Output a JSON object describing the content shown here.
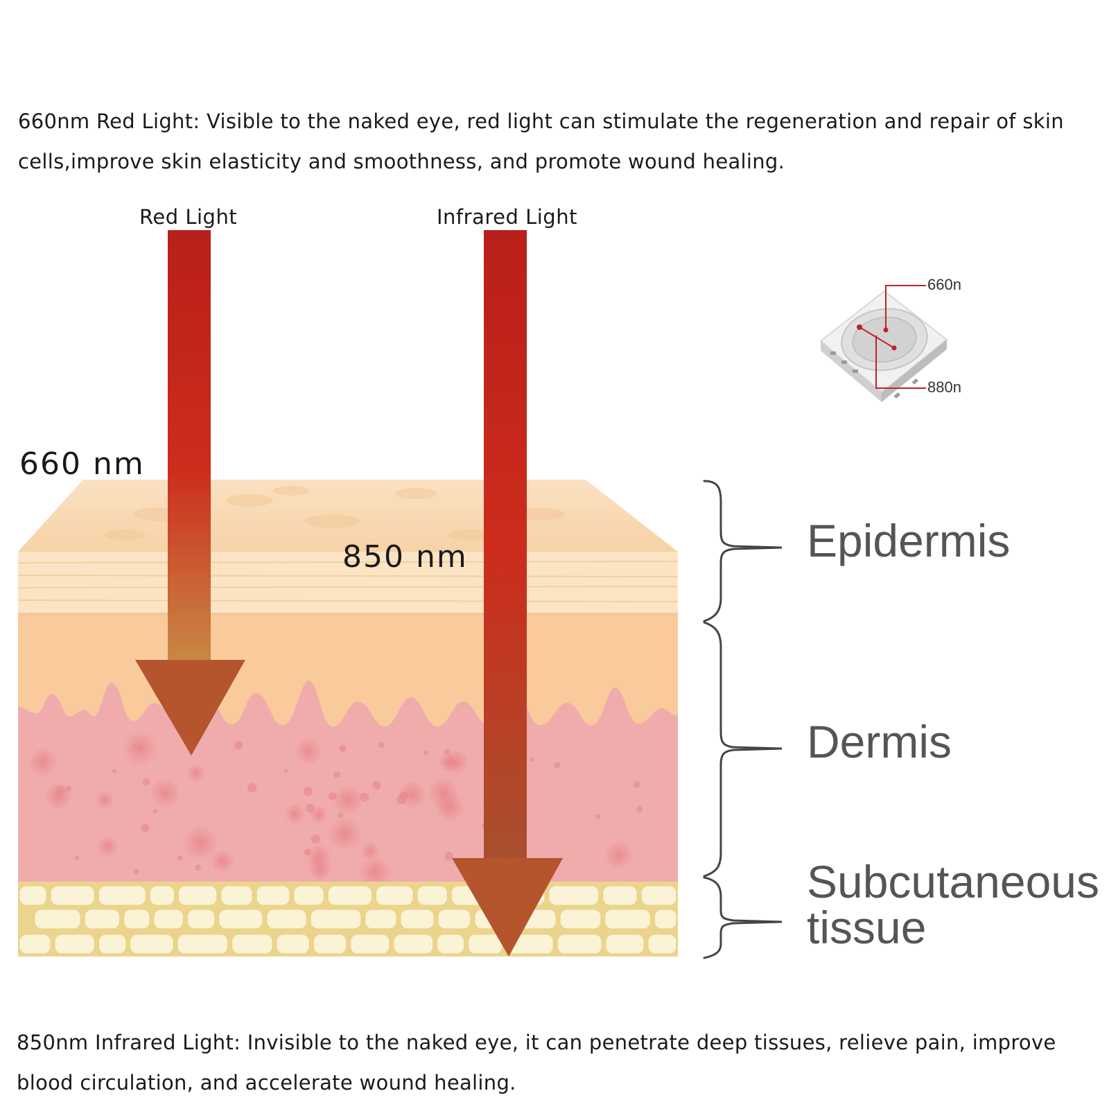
{
  "description_top": "660nm Red Light: Visible to the naked eye, red light can stimulate the regeneration and repair of skin cells,improve skin elasticity and smoothness, and promote wound healing.",
  "description_bottom": "850nm Infrared  Light: Invisible to the naked eye, it can penetrate deep tissues, relieve pain, improve blood circulation, and accelerate wound healing.",
  "beams": {
    "red": {
      "label": "Red Light",
      "wavelength": "660  nm",
      "color": "#c8281c"
    },
    "infrared": {
      "label": "Infrared Light",
      "wavelength": "850  nm",
      "color": "#c02818"
    }
  },
  "layers": {
    "epidermis": "Epidermis",
    "dermis": "Dermis",
    "subcutaneous_line1": "Subcutaneous",
    "subcutaneous_line2": "tissue"
  },
  "chip": {
    "label_top": "660n",
    "label_bottom": "880n",
    "accent": "#c0202a"
  },
  "colors": {
    "epidermis": "#f9d9b0",
    "dermis": "#f0acac",
    "subcutaneous": "#eedc9c",
    "arrow_head": "#b4552e"
  }
}
